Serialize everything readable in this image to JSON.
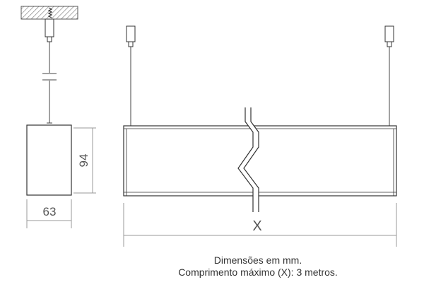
{
  "drawing": {
    "side_view": {
      "width_label": "63",
      "height_label": "94"
    },
    "front_view": {
      "length_label": "X"
    }
  },
  "caption": {
    "line1": "Dimensões em mm.",
    "line2": "Comprimento máximo (X): 3 metros."
  },
  "colors": {
    "outline": "#333333",
    "dimension": "#999999",
    "hatch": "#777777"
  }
}
